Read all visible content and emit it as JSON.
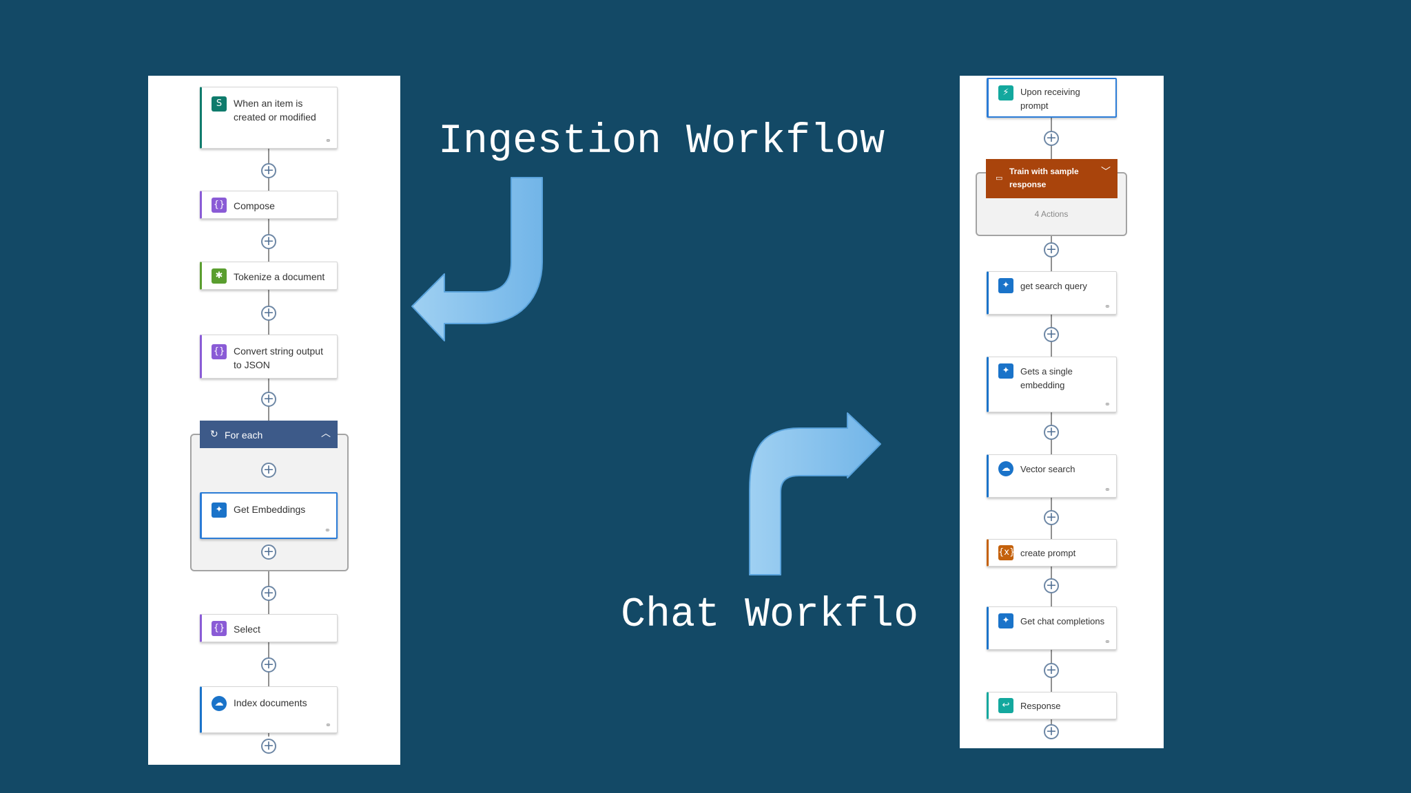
{
  "titles": {
    "ingestion": "Ingestion Workflow",
    "chat": "Chat Workflo"
  },
  "ingestion_flow": {
    "trigger": {
      "label": "When an item is created or modified",
      "icon": "sharepoint-icon",
      "color": "#0f7b6c"
    },
    "compose": {
      "label": "Compose",
      "icon": "data-operation-icon",
      "color": "#8a5bd6"
    },
    "tokenize": {
      "label": "Tokenize a document",
      "icon": "lightbulb-icon",
      "color": "#5a9e2f"
    },
    "convert": {
      "label": "Convert string output to JSON",
      "icon": "data-operation-icon",
      "color": "#8a5bd6"
    },
    "for_each": {
      "label": "For each",
      "icon": "loop-icon",
      "color": "#3d5a89"
    },
    "get_embeddings": {
      "label": "Get Embeddings",
      "icon": "openai-sparkle-icon",
      "color": "#1a73c9"
    },
    "select": {
      "label": "Select",
      "icon": "data-operation-icon",
      "color": "#8a5bd6"
    },
    "index_documents": {
      "label": "Index documents",
      "icon": "cloud-search-icon",
      "color": "#1a73c9"
    }
  },
  "chat_flow": {
    "trigger": {
      "label": "Upon receiving prompt",
      "icon": "request-icon",
      "color": "#13a89e"
    },
    "scope": {
      "label": "Train with sample response",
      "actions": "4 Actions",
      "icon": "scope-icon",
      "color": "#a9440c"
    },
    "search_query": {
      "label": "get search query",
      "icon": "openai-sparkle-icon",
      "color": "#1a73c9"
    },
    "embedding": {
      "label": "Gets a single embedding",
      "icon": "openai-sparkle-icon",
      "color": "#1a73c9"
    },
    "vector_search": {
      "label": "Vector search",
      "icon": "cloud-search-icon",
      "color": "#1a73c9"
    },
    "create_prompt": {
      "label": "create prompt",
      "icon": "variable-icon",
      "color": "#c4610c"
    },
    "chat_completions": {
      "label": "Get chat completions",
      "icon": "openai-sparkle-icon",
      "color": "#1a73c9"
    },
    "response": {
      "label": "Response",
      "icon": "response-icon",
      "color": "#13a89e"
    }
  },
  "colors": {
    "background": "#134966",
    "arrow_fill": "#85c1ee",
    "arrow_stroke": "#5aa3dc"
  }
}
